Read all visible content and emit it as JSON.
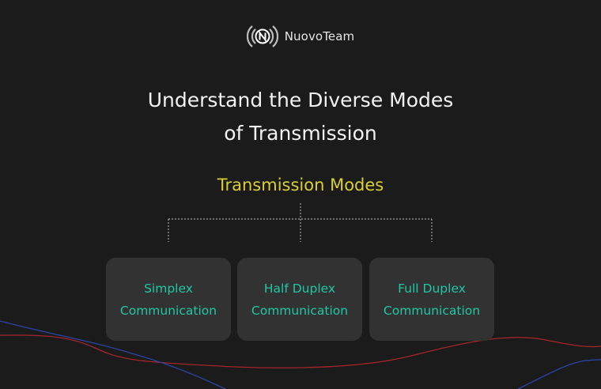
{
  "brand": {
    "name": "NuovoTeam",
    "logo_icon": "nfc-signal-icon"
  },
  "title": {
    "line1": "Understand the Diverse Modes",
    "line2": "of Transmission"
  },
  "diagram": {
    "root": "Transmission Modes",
    "children": [
      {
        "line1": "Simplex",
        "line2": "Communication"
      },
      {
        "line1": "Half Duplex",
        "line2": "Communication"
      },
      {
        "line1": "Full Duplex",
        "line2": "Communication"
      }
    ]
  },
  "colors": {
    "background": "#1b1b1c",
    "title": "#f2f2f2",
    "root": "#d9cf35",
    "child_text": "#1fc8a3",
    "card_bg": "#323232",
    "wave_red": "#a3262a",
    "wave_blue": "#2b45a8"
  }
}
